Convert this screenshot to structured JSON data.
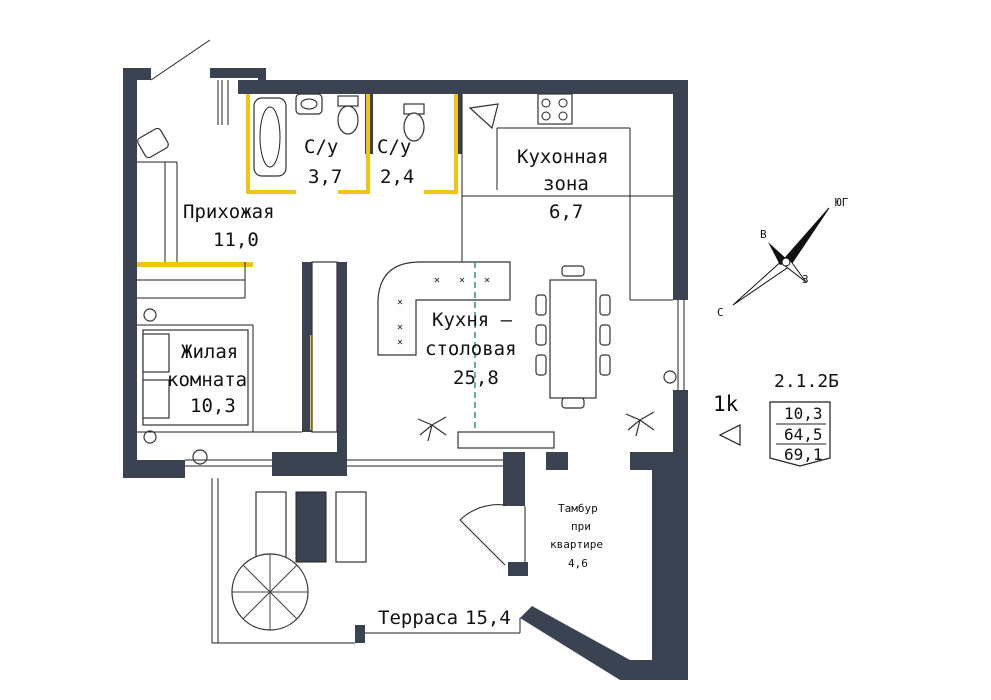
{
  "colors": {
    "wall": "#3b4352",
    "door_accent": "#f0c419",
    "line": "#222222",
    "background": "#ffffff",
    "dashed_line": "#2a9d6a"
  },
  "rooms": {
    "bathroom1": {
      "name": "С/у",
      "area": "3,7"
    },
    "bathroom2": {
      "name": "С/у",
      "area": "2,4"
    },
    "kitchen_zone": {
      "name_line1": "Кухонная",
      "name_line2": "зона",
      "area": "6,7"
    },
    "hallway": {
      "name": "Прихожая",
      "area": "11,0"
    },
    "kitchen_dining": {
      "name_line1": "Кухня –",
      "name_line2": "столовая",
      "area": "25,8"
    },
    "living_room": {
      "name_line1": "Жилая",
      "name_line2": "комната",
      "area": "10,3"
    },
    "vestibule": {
      "name_line1": "Тамбур",
      "name_line2": "при",
      "name_line3": "квартире",
      "area": "4,6"
    },
    "terrace": {
      "name": "Терраса",
      "area": "15,4"
    }
  },
  "apartment": {
    "code": "2.1.2Б",
    "type": "1k",
    "area_living": "10,3",
    "area_total": "64,5",
    "area_with_terrace": "69,1"
  },
  "compass": {
    "north_label": "С",
    "south_label": "ЮГ",
    "east_label": "В",
    "west_label": "З"
  },
  "icons": {
    "entrance": "triangle-arrow-icon",
    "compass": "compass-rose-icon"
  }
}
